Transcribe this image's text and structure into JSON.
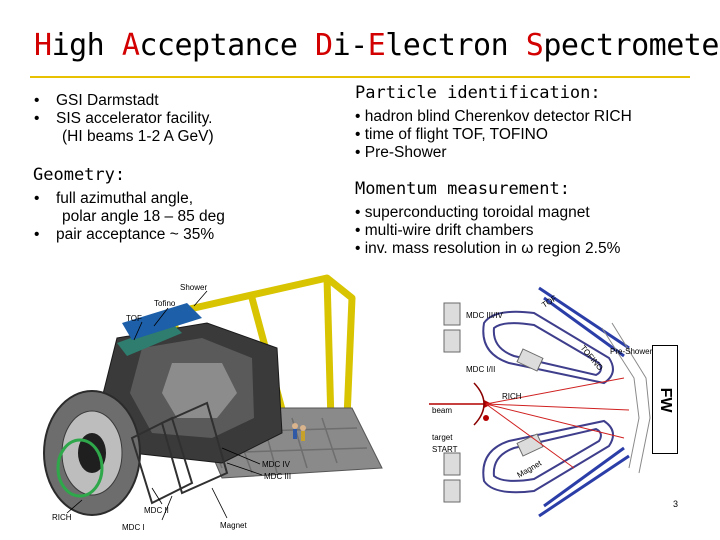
{
  "title": {
    "segments": [
      {
        "text": "H",
        "highlight": true
      },
      {
        "text": "igh ",
        "highlight": false
      },
      {
        "text": "A",
        "highlight": true
      },
      {
        "text": "cceptance ",
        "highlight": false
      },
      {
        "text": "D",
        "highlight": true
      },
      {
        "text": "i-",
        "highlight": false
      },
      {
        "text": "E",
        "highlight": true
      },
      {
        "text": "lectron ",
        "highlight": false
      },
      {
        "text": "S",
        "highlight": true
      },
      {
        "text": "pectrometer",
        "highlight": false
      }
    ]
  },
  "colors": {
    "title_initial": "#d20000",
    "rule": "#e8c100"
  },
  "left": {
    "bullets": [
      "GSI Darmstadt",
      "SIS accelerator facility.",
      "(HI beams 1-2 A GeV)"
    ],
    "geometry_heading": "Geometry:",
    "geometry_bullets": [
      "full azimuthal angle,",
      "polar angle 18 – 85 deg",
      "pair acceptance ~ 35%"
    ]
  },
  "right": {
    "pid_heading": "Particle identification:",
    "pid_items": [
      "• hadron blind Cherenkov detector RICH",
      "• time of flight  TOF, TOFINO",
      "• Pre-Shower"
    ],
    "mom_heading": "Momentum measurement:",
    "mom_items": [
      "• superconducting toroidal magnet",
      "• multi-wire drift chambers",
      "• inv. mass resolution in ω region 2.5%"
    ]
  },
  "figure3d": {
    "labels": {
      "shower": "Shower",
      "tofino": "Tofino",
      "tof": "TOF",
      "mdc4": "MDC IV",
      "mdc3": "MDC III",
      "mdc2": "MDC II",
      "mdc1": "MDC I",
      "rich": "RICH",
      "magnet": "Magnet"
    }
  },
  "figure2d": {
    "labels": {
      "mdc34": "MDC III/IV",
      "tof": "TOF",
      "preshower": "Pre-Shower",
      "tofino": "TOFINO",
      "mdc12": "MDC I/II",
      "rich": "RICH",
      "beam": "beam",
      "target": "target",
      "start": "START",
      "magnet": "Magnet"
    },
    "fw": "FW"
  },
  "page_number": "3"
}
